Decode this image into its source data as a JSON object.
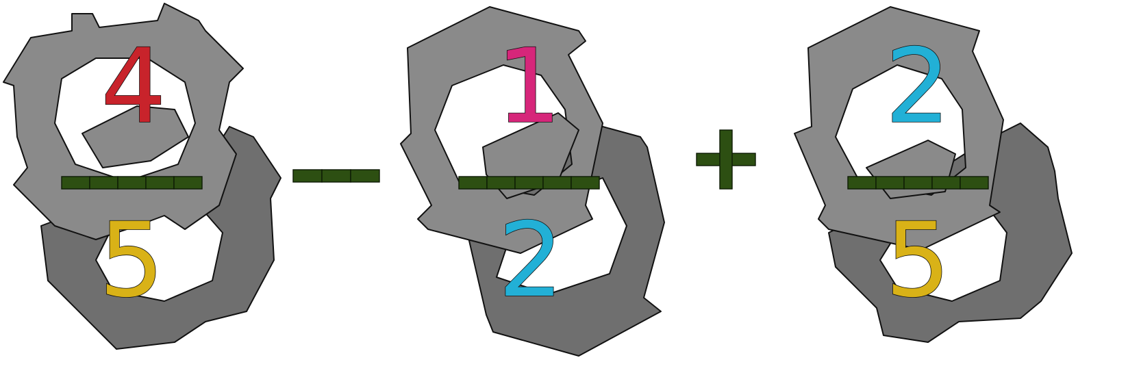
{
  "expression": {
    "term1": {
      "numerator": "4",
      "denominator": "5"
    },
    "operator1": "minus",
    "term2": {
      "numerator": "1",
      "denominator": "2"
    },
    "operator2": "plus",
    "term3": {
      "numerator": "2",
      "denominator": "5"
    }
  },
  "colors": {
    "four": "#c8232b",
    "five": "#d9b217",
    "one": "#d6267a",
    "two": "#22b0d6",
    "bar": "#2d4f12",
    "gear": "#8a8a8a"
  }
}
